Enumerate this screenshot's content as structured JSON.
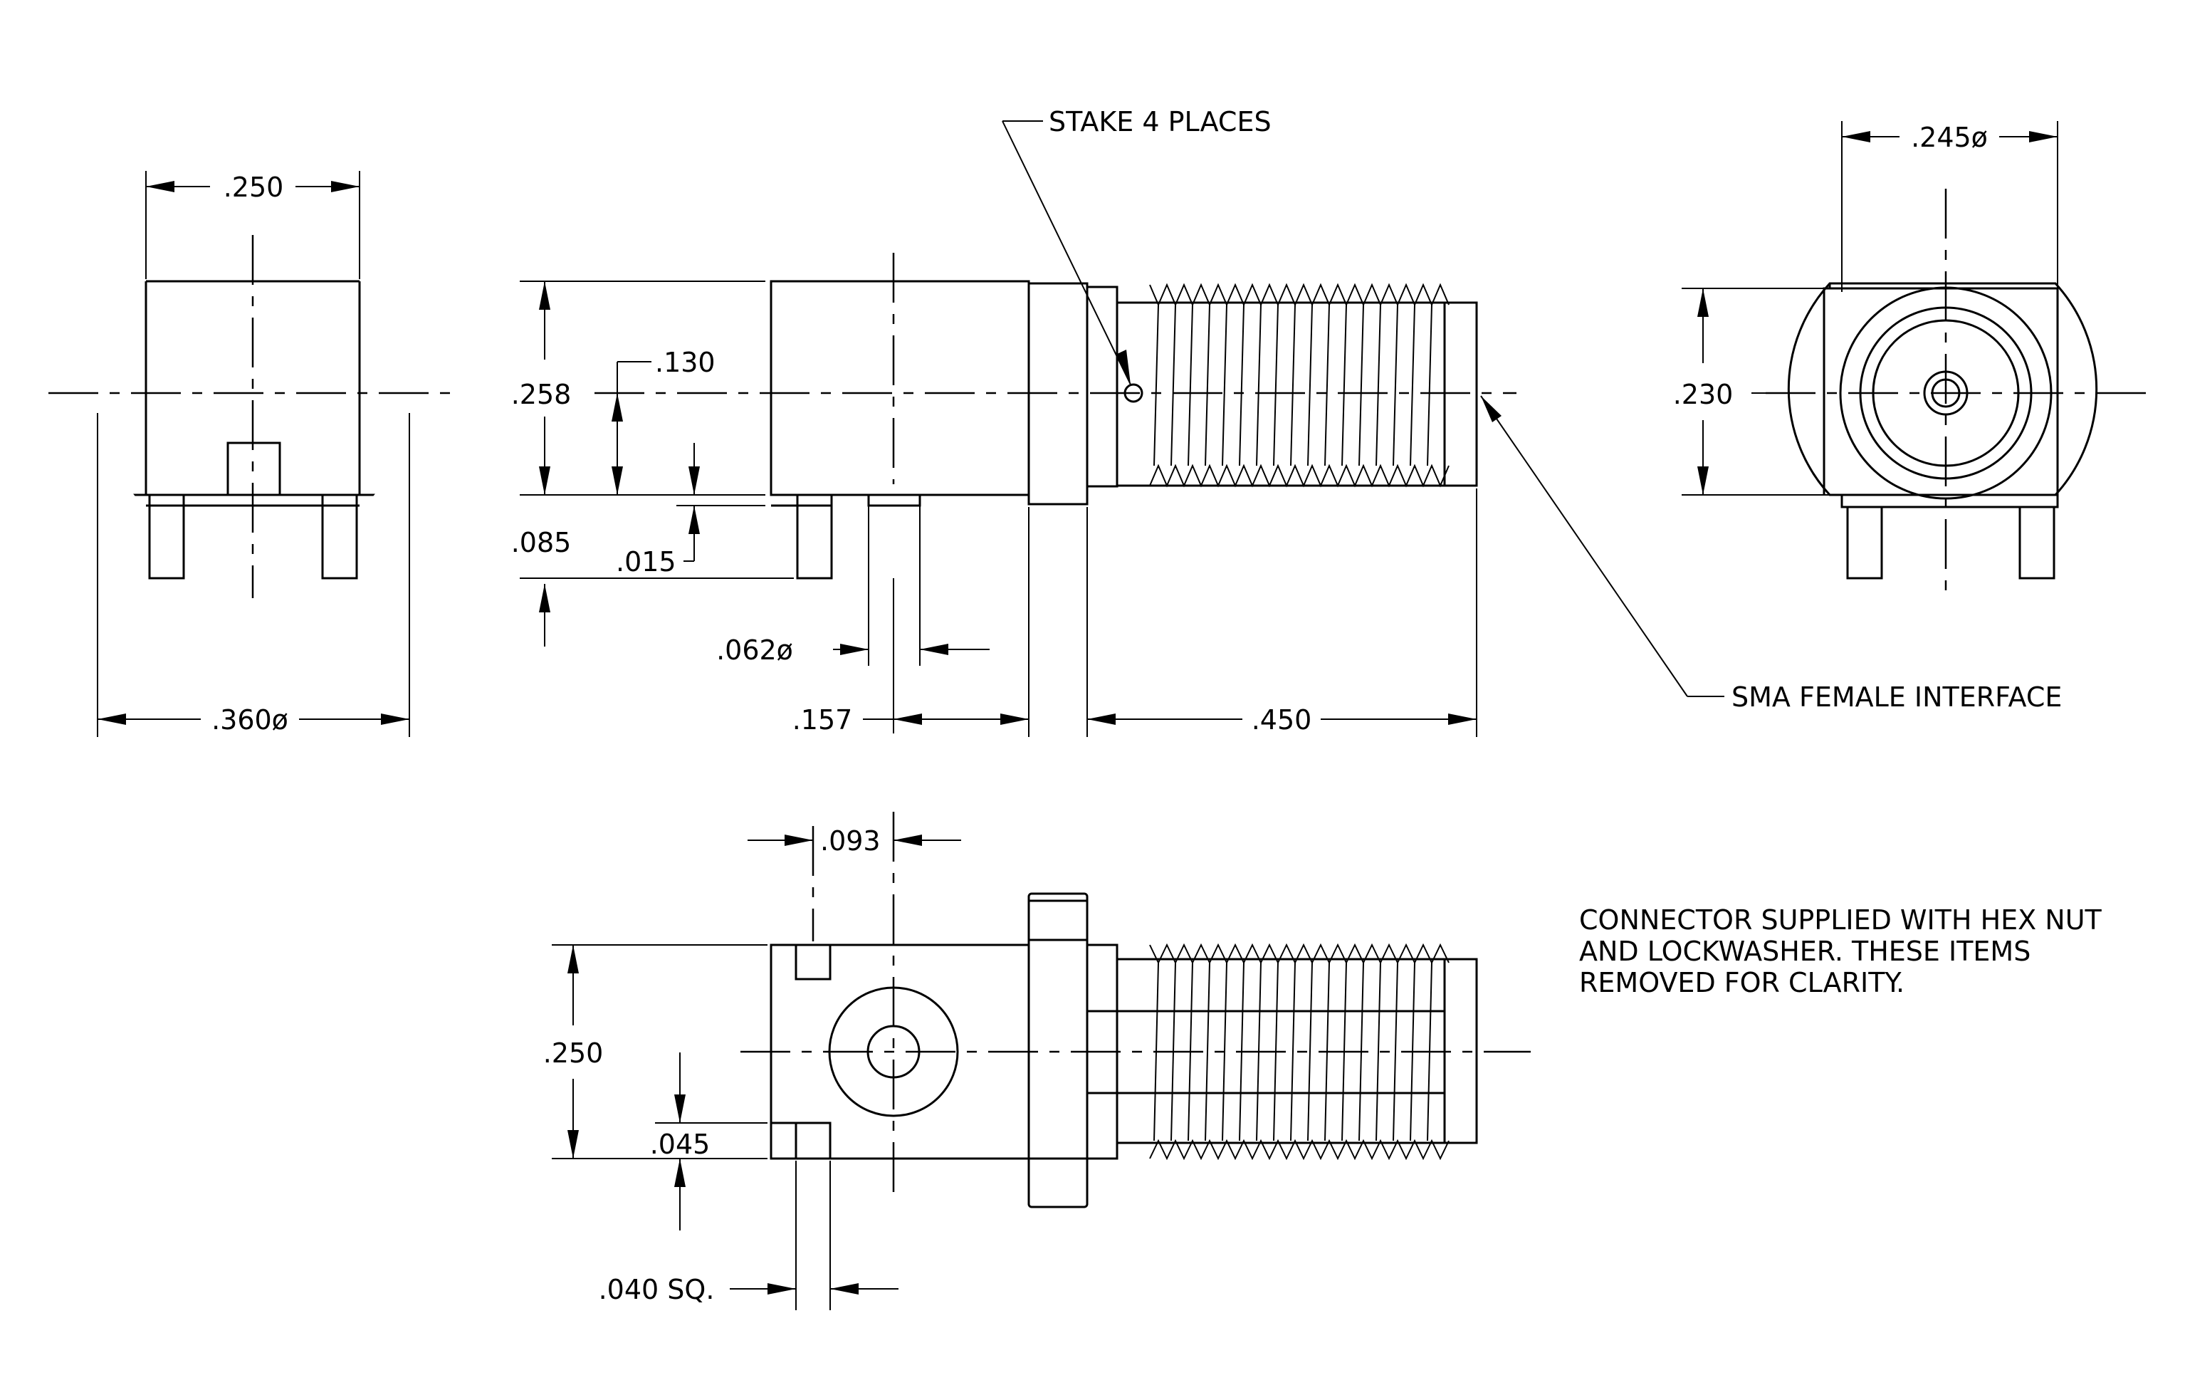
{
  "drawing": {
    "colors": {
      "line": "#000000",
      "background": "#ffffff"
    },
    "dimensions": {
      "end_view_width": ".250",
      "end_view_diameter": ".360ø",
      "height": ".258",
      "center_height": ".130",
      "pin_length": ".085",
      "standoff": ".015",
      "pin_diameter": ".062ø",
      "pin_to_flange": ".157",
      "thread_length": ".450",
      "interface_diameter": ".245ø",
      "interface_height": ".230",
      "pin_offset": ".093",
      "body_width": ".250",
      "post_offset": ".045",
      "post_size": ".040 SQ."
    },
    "callouts": {
      "stake": "STAKE 4 PLACES",
      "interface": "SMA FEMALE INTERFACE"
    },
    "note": {
      "line1": "CONNECTOR SUPPLIED WITH HEX NUT",
      "line2": "AND LOCKWASHER. THESE ITEMS",
      "line3": "REMOVED FOR CLARITY."
    }
  }
}
